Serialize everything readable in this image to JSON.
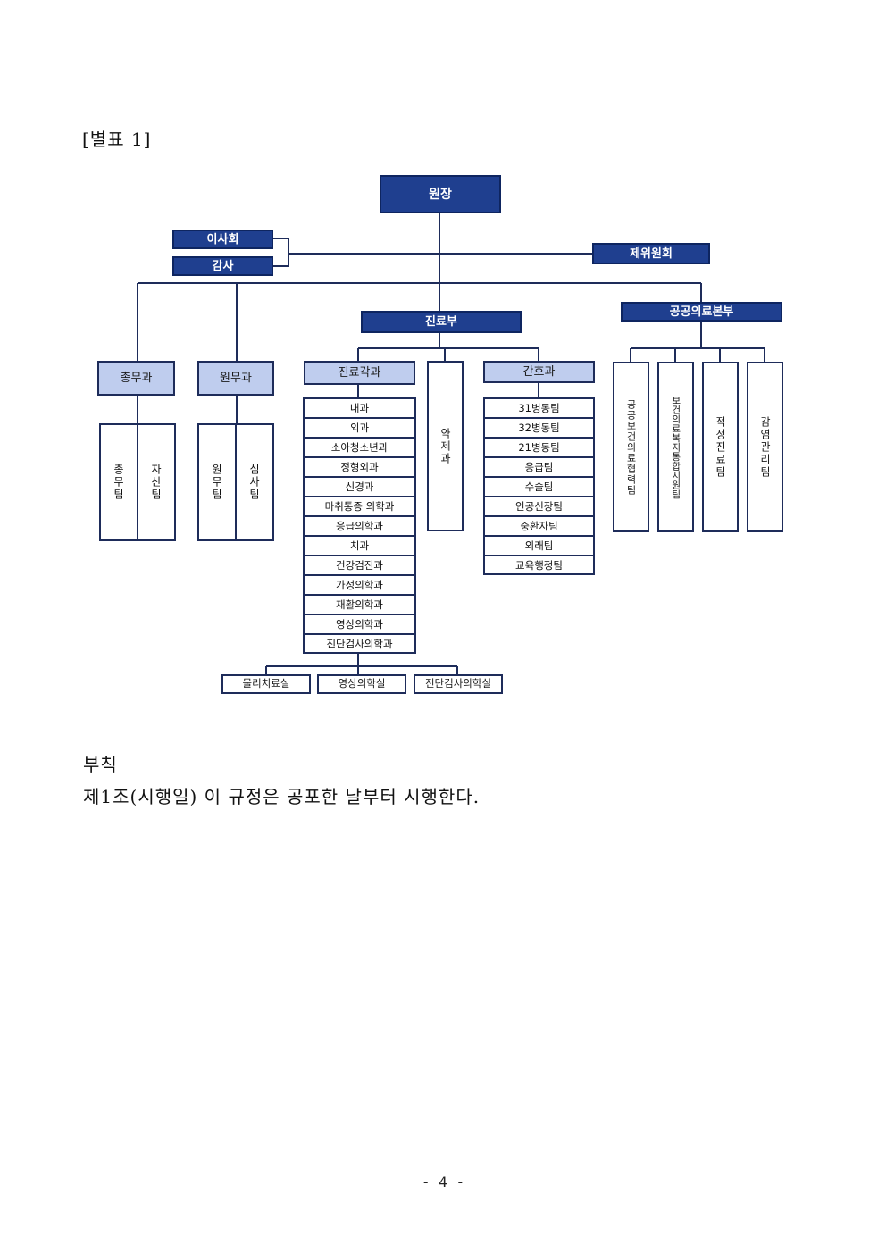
{
  "heading": "[별표 1]",
  "org_chart": {
    "director": "원장",
    "board": "이사회",
    "audit": "감사",
    "committees": "제위원회",
    "medical_division": "진료부",
    "public_health_division": "공공의료본부",
    "general_affairs": {
      "name": "총무과",
      "teams": [
        "총무팀",
        "자산팀"
      ]
    },
    "administration": {
      "name": "원무과",
      "teams": [
        "원무팀",
        "심사팀"
      ]
    },
    "clinical_departments": {
      "name": "진료각과",
      "items": [
        "내과",
        "외과",
        "소아청소년과",
        "정형외과",
        "신경과",
        "마취통증 의학과",
        "응급의학과",
        "치과",
        "건강검진과",
        "가정의학과",
        "재활의학과",
        "영상의학과",
        "진단검사의학과"
      ],
      "rooms": [
        "물리치료실",
        "영상의학실",
        "진단검사의학실"
      ]
    },
    "pharmacy": "약제과",
    "nursing": {
      "name": "간호과",
      "teams": [
        "31병동팀",
        "32병동팀",
        "21병동팀",
        "응급팀",
        "수술팀",
        "인공신장팀",
        "중환자팀",
        "외래팀",
        "교육행정팀"
      ]
    },
    "public_teams": [
      "공공보건의료협력팀",
      "보건의료복지통합지원팀",
      "적정진료팀",
      "감염관리팀"
    ]
  },
  "appendix_title": "부칙",
  "appendix_article": "제1조(시행일) 이 규정은 공포한 날부터 시행한다.",
  "page_number": "- 4 -"
}
